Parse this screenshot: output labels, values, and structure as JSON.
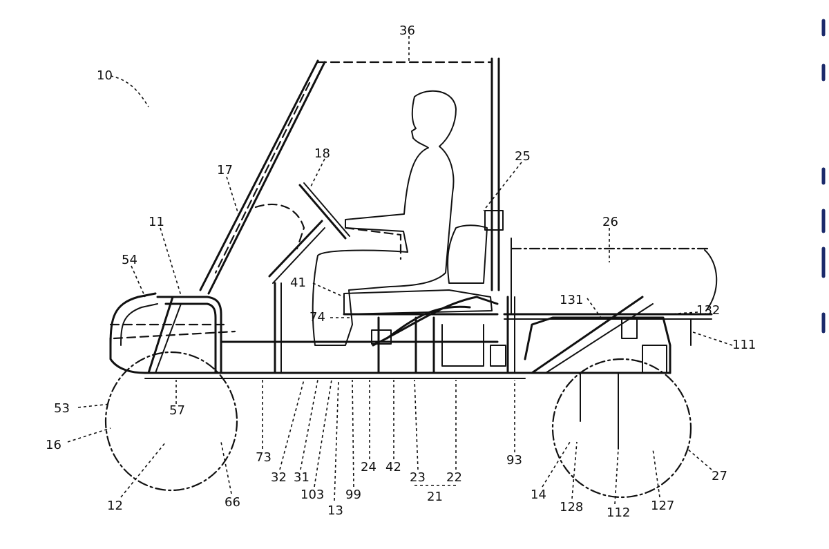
{
  "figure": {
    "reference_labels": [
      {
        "id": "ref-10",
        "text": "10"
      },
      {
        "id": "ref-36",
        "text": "36"
      },
      {
        "id": "ref-18",
        "text": "18"
      },
      {
        "id": "ref-17",
        "text": "17"
      },
      {
        "id": "ref-25",
        "text": "25"
      },
      {
        "id": "ref-11",
        "text": "11"
      },
      {
        "id": "ref-54",
        "text": "54"
      },
      {
        "id": "ref-26",
        "text": "26"
      },
      {
        "id": "ref-41",
        "text": "41"
      },
      {
        "id": "ref-74",
        "text": "74"
      },
      {
        "id": "ref-111",
        "text": "111"
      },
      {
        "id": "ref-131",
        "text": "131"
      },
      {
        "id": "ref-132",
        "text": "132"
      },
      {
        "id": "ref-53",
        "text": "53"
      },
      {
        "id": "ref-57",
        "text": "57"
      },
      {
        "id": "ref-16",
        "text": "16"
      },
      {
        "id": "ref-73",
        "text": "73"
      },
      {
        "id": "ref-32",
        "text": "32"
      },
      {
        "id": "ref-31",
        "text": "31"
      },
      {
        "id": "ref-103",
        "text": "103"
      },
      {
        "id": "ref-13",
        "text": "13"
      },
      {
        "id": "ref-99",
        "text": "99"
      },
      {
        "id": "ref-24",
        "text": "24"
      },
      {
        "id": "ref-42",
        "text": "42"
      },
      {
        "id": "ref-23",
        "text": "23"
      },
      {
        "id": "ref-22",
        "text": "22"
      },
      {
        "id": "ref-21",
        "text": "21"
      },
      {
        "id": "ref-93",
        "text": "93"
      },
      {
        "id": "ref-14",
        "text": "14"
      },
      {
        "id": "ref-128",
        "text": "128"
      },
      {
        "id": "ref-112",
        "text": "112"
      },
      {
        "id": "ref-127",
        "text": "127"
      },
      {
        "id": "ref-27",
        "text": "27"
      },
      {
        "id": "ref-12",
        "text": "12"
      },
      {
        "id": "ref-66",
        "text": "66"
      }
    ]
  }
}
